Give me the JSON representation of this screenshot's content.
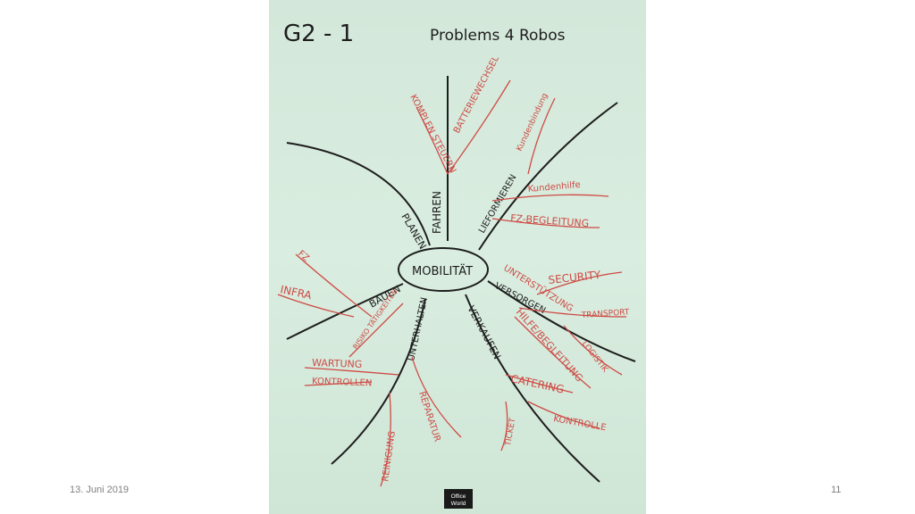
{
  "footer": {
    "date": "13. Juni 2019",
    "page_number": "11"
  },
  "flipchart": {
    "title_left": "G2 - 1",
    "title_right": "Problems 4 Robos",
    "center": "MOBILITÄT",
    "branches": [
      "PLANEN",
      "FAHREN",
      "LIEFORMIEREN",
      "VERSORGEN",
      "VERKAUFEN",
      "UNTERHALTEN",
      "BAUEN"
    ],
    "red_notes": [
      "KOMPLEN STEUERN",
      "BATTERIEWECHSEL",
      "Kundenbindung",
      "Kundenhilfe",
      "FZ-BEGLEITUNG",
      "SECURITY",
      "UNTERSTÜTZUNG",
      "TRANSPORT",
      "HILFE/BEGLEITUNG",
      "LOGISTIK",
      "CATERING",
      "KONTROLLE",
      "TICKET",
      "FZ",
      "INFRA",
      "RISIKO TÄTIGKEITEN",
      "WARTUNG",
      "KONTROLLEN",
      "REPARATUR",
      "REINIGUNG"
    ],
    "logo_line1": "Office",
    "logo_line2": "World"
  },
  "colors": {
    "paper": "#d7ebde",
    "ink": "#1d1d1d",
    "red_ink": "#cf4a44",
    "footer_text": "#7f7f7f"
  }
}
